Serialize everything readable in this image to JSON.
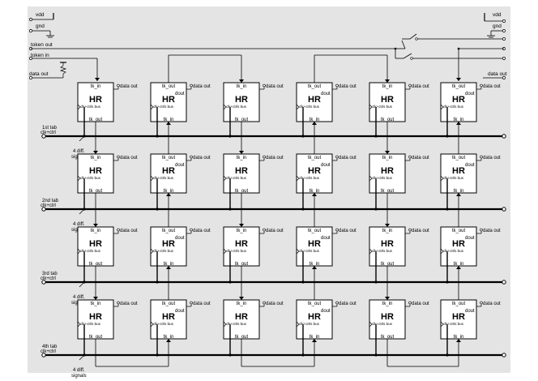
{
  "rails": {
    "vdd": "vdd",
    "gnd": "gnd",
    "vdd_right": "vdd",
    "gnd_right": "gnd",
    "token_out": "token out",
    "token_in": "token in",
    "data_out_left": "data out",
    "data_out_right": "data out"
  },
  "buses": [
    {
      "label": "1st tab\nclk+ctrl",
      "signals": "4 diff.\nsignals"
    },
    {
      "label": "2nd tab\nclk+ctrl",
      "signals": "4 diff.\nsignals"
    },
    {
      "label": "3rd tab\nclk+ctrl",
      "signals": "4 diff.\nsignals"
    },
    {
      "label": "4th tab\nclk+ctrl",
      "signals": "4 diff.\nsignals"
    }
  ],
  "cell": {
    "name": "HR",
    "tk_in": "tk_in",
    "tk_out": "tk_out",
    "dout": "dout",
    "bus": "clk+ctrls bus",
    "data_out": "data out"
  },
  "grid": {
    "rows": 4,
    "cols": 6
  },
  "colors": {
    "background": "#e4e4e4",
    "line": "#000000",
    "box": "#ffffff"
  }
}
